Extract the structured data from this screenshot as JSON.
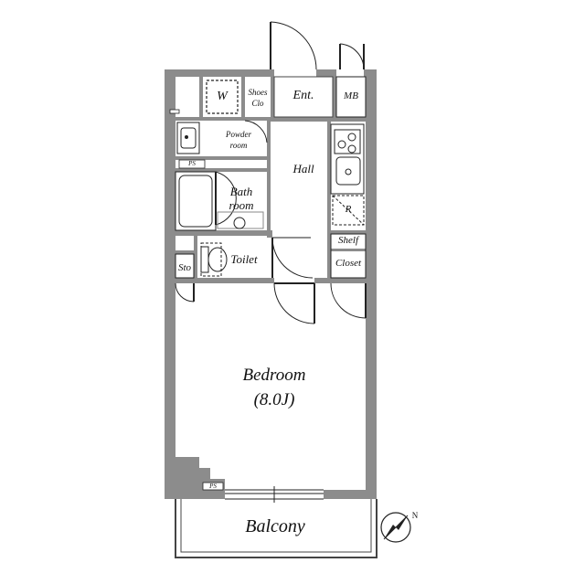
{
  "rooms": {
    "washer": "W",
    "shoes_line1": "Shoes",
    "shoes_line2": "Clo",
    "entrance": "Ent.",
    "mb": "MB",
    "powder_line1": "Powder",
    "powder_line2": "room",
    "ps_upper": "PS",
    "hall": "Hall",
    "bath_line1": "Bath",
    "bath_line2": "room",
    "fridge": "R",
    "shelf": "Shelf",
    "closet": "Closet",
    "storage": "Sto",
    "toilet": "Toilet",
    "bedroom": "Bedroom",
    "bedroom_size": "(8.0J)",
    "ps_lower": "PS",
    "balcony": "Balcony"
  },
  "compass": {
    "north_letter": "N"
  }
}
